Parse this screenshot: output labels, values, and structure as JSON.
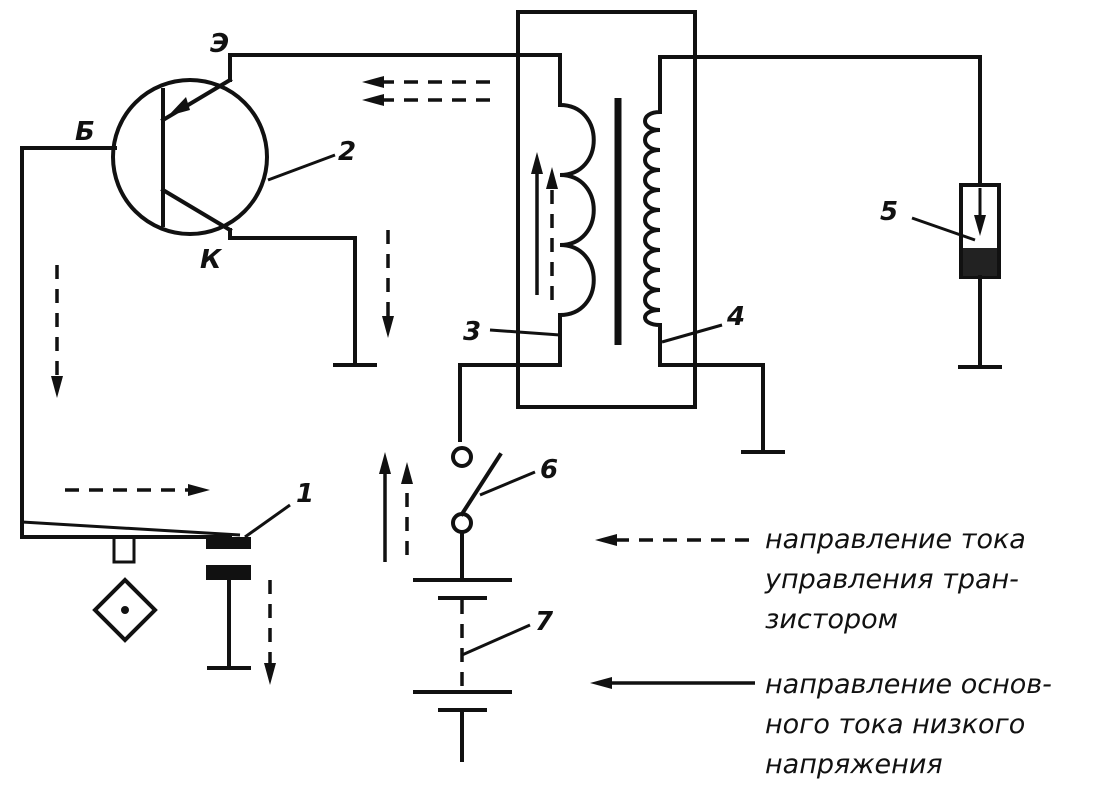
{
  "labels": {
    "emitter": "Э",
    "base": "Б",
    "collector": "К",
    "n1": "1",
    "n2": "2",
    "n3": "3",
    "n4": "4",
    "n5": "5",
    "n6": "6",
    "n7": "7"
  },
  "legend": {
    "control_current": [
      "направление тока",
      "управления тран-",
      "зистором"
    ],
    "main_current": [
      "направление основ-",
      "ного тока низкого",
      "напряжения"
    ]
  }
}
